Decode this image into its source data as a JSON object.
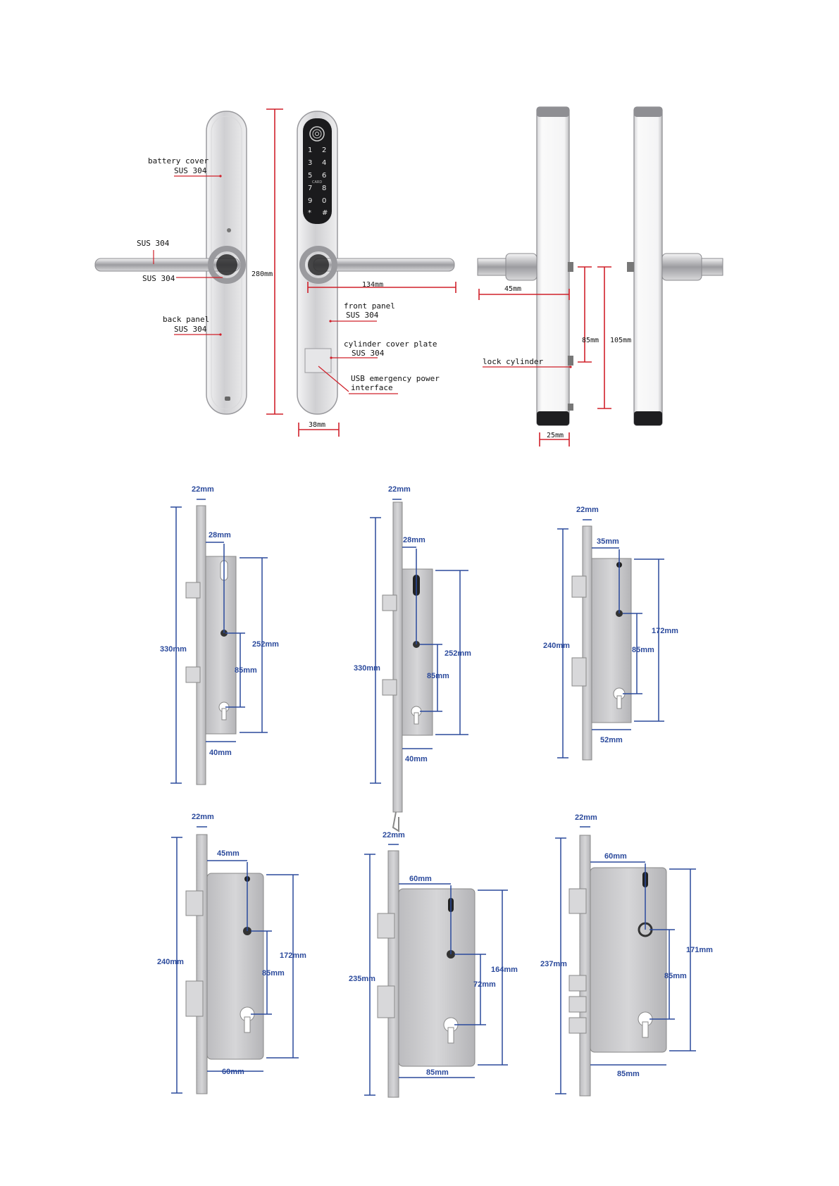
{
  "colors": {
    "dim_red": "#d0202a",
    "dim_blue": "#2b4a9c",
    "steel": "#c9c9cc",
    "steel_dark": "#8a8a8e",
    "panel_black": "#1b1b1d"
  },
  "icons": [
    "fingerprint-icon"
  ],
  "handle_set": {
    "back_view": {
      "battery_cover": "battery cover",
      "battery_cover_material": "SUS 304",
      "lever_material": "SUS 304",
      "rose_material": "SUS 304",
      "back_panel": "back panel",
      "back_panel_material": "SUS 304",
      "height": "280mm"
    },
    "front_view": {
      "keypad": [
        "1",
        "2",
        "3",
        "4",
        "5",
        "6",
        "7",
        "8",
        "9",
        "0",
        "*",
        "#"
      ],
      "card_mark": "CARD",
      "lever_length": "134mm",
      "front_panel": "front panel",
      "front_panel_material": "SUS 304",
      "cylinder_cover_plate": "cylinder cover plate",
      "cylinder_cover_material": "SUS 304",
      "usb_line1": "USB emergency power",
      "usb_line2": "interface",
      "width": "38mm"
    },
    "side_view": {
      "projection": "45mm",
      "lock_cylinder": "lock cylinder",
      "spacing_a": "85mm",
      "spacing_b": "105mm",
      "depth": "25mm"
    }
  },
  "mortise_locks": [
    {
      "faceplate": "22mm",
      "backset": "28mm",
      "total": "330mm",
      "body": "252mm",
      "spacing": "85mm",
      "width": "40mm"
    },
    {
      "faceplate": "22mm",
      "backset": "28mm",
      "total": "330mm",
      "body": "252mm",
      "spacing": "85mm",
      "width": "40mm"
    },
    {
      "faceplate": "22mm",
      "backset": "35mm",
      "total": "240mm",
      "body": "172mm",
      "spacing": "85mm",
      "width": "52mm"
    },
    {
      "faceplate": "22mm",
      "backset": "45mm",
      "total": "240mm",
      "body": "172mm",
      "spacing": "85mm",
      "width": "60mm"
    },
    {
      "faceplate": "22mm",
      "backset": "60mm",
      "total": "235mm",
      "body": "164mm",
      "spacing": "72mm",
      "width": "85mm"
    },
    {
      "faceplate": "22mm",
      "backset": "60mm",
      "total": "237mm",
      "body": "171mm",
      "spacing": "85mm",
      "width": "85mm"
    }
  ]
}
